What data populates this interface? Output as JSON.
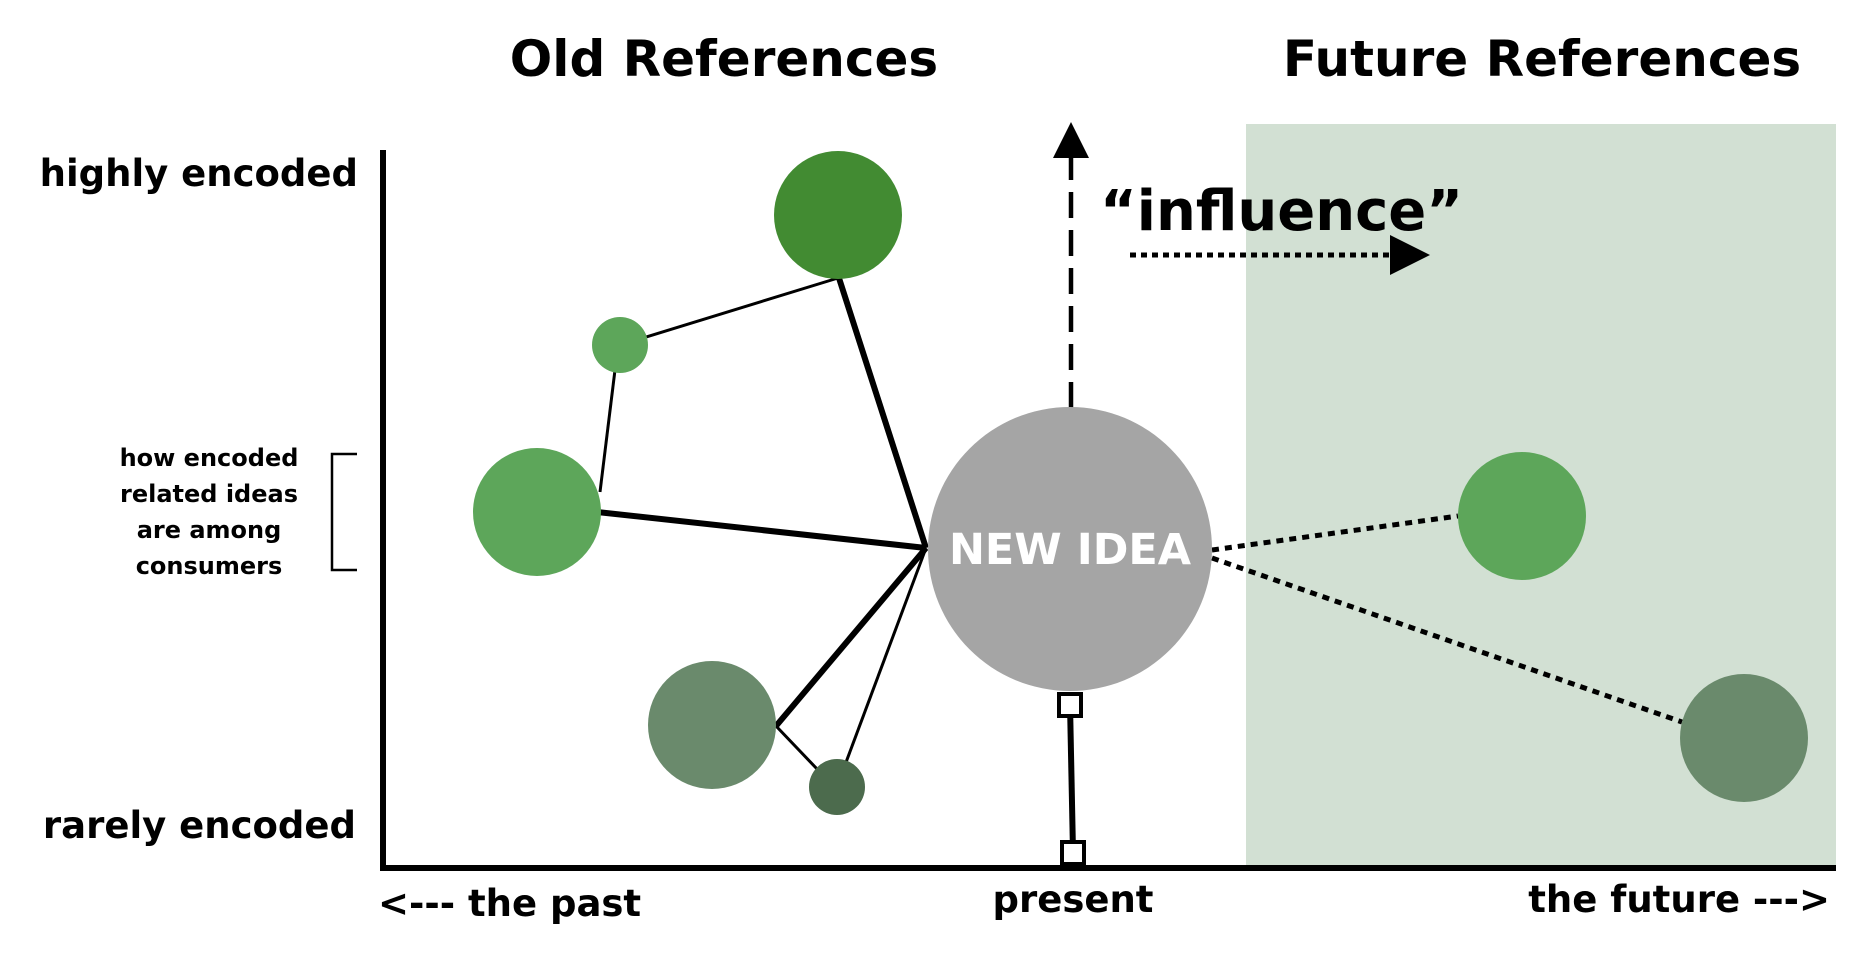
{
  "headings": {
    "old": "Old References",
    "future": "Future References"
  },
  "axes": {
    "y_top": "highly encoded",
    "y_bottom": "rarely encoded",
    "y_bracket": [
      "how encoded",
      "related ideas",
      "are among",
      "consumers"
    ],
    "x_left": "<--- the past",
    "x_center": "present",
    "x_right": "the future --->"
  },
  "nodes": {
    "new_idea": "NEW IDEA"
  },
  "annotations": {
    "influence": "“influence”"
  },
  "colors": {
    "green_dark": "#428b32",
    "green_mid": "#5da65a",
    "green_gray": "#6a8a6c",
    "green_deep": "#4c6b4d",
    "gray_node": "#a5a5a5",
    "future_region": "#d2e0d3",
    "ink": "#000000"
  }
}
